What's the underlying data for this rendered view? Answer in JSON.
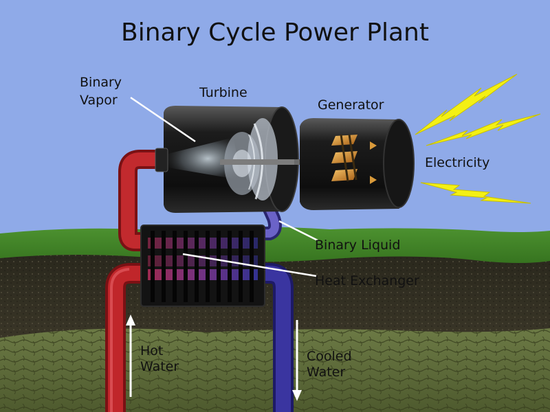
{
  "title": "Binary Cycle Power Plant",
  "labels": {
    "binary_vapor": [
      "Binary",
      "Vapor"
    ],
    "turbine": "Turbine",
    "generator": "Generator",
    "electricity": "Electricity",
    "binary_liquid": "Binary Liquid",
    "heat_exchanger": "Heat Exchanger",
    "hot_water": [
      "Hot",
      "Water"
    ],
    "cooled_water": [
      "Cooled",
      "Water"
    ]
  },
  "colors": {
    "sky": "#8faae8",
    "grass": "#3d7d22",
    "soil": "#3c3727",
    "rock": "#5f6d3a",
    "hot_pipe": "#c0262a",
    "cool_pipe": "#3a35a0",
    "bolt": "#f4f014"
  }
}
